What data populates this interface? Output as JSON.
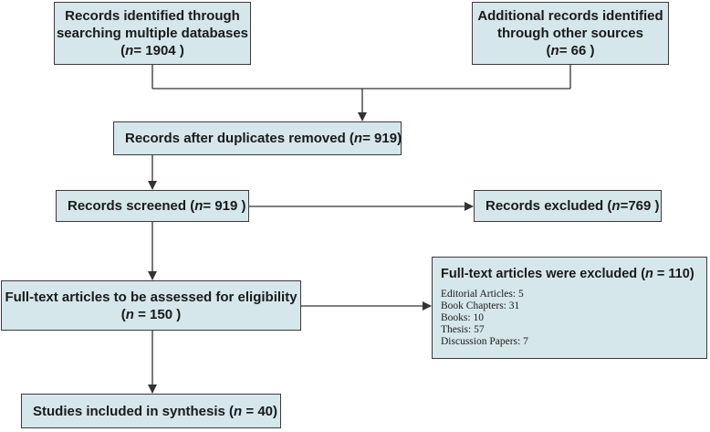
{
  "boxes": {
    "identified_db": {
      "line1": "Records identified through",
      "line2": "searching multiple databases",
      "open": "(",
      "n_label": "n",
      "eq_value": "= 1904",
      "close": ")"
    },
    "identified_other": {
      "line1": "Additional records identified",
      "line2": "through other sources",
      "open": "(",
      "n_label": "n",
      "eq_value": "= 66",
      "close": ")"
    },
    "after_duplicates": {
      "text": "Records after duplicates removed (",
      "n_label": "n",
      "eq_value": "= 919",
      "close": ")"
    },
    "screened": {
      "text": "Records screened (",
      "n_label": "n",
      "eq_value": "= 919",
      "close": " )"
    },
    "excluded": {
      "text": "Records excluded (",
      "n_label": "n",
      "eq_value": "=769",
      "close": " )"
    },
    "fulltext": {
      "line1": "Full-text articles to be assessed for eligibility",
      "open": "(",
      "n_label": "n",
      "eq_value": " = 150",
      "close": " )"
    },
    "fulltext_excluded": {
      "title_text": "Full-text articles were excluded (",
      "n_label": "n",
      "eq_value": " = 110",
      "close": ")",
      "items": [
        "Editorial Articles: 5",
        "Book Chapters: 31",
        "Books: 10",
        "Thesis: 57",
        "Discussion Papers: 7"
      ]
    },
    "included": {
      "text": "Studies included in synthesis (",
      "n_label": "n",
      "eq_value": " = 40",
      "close": ")"
    }
  },
  "colors": {
    "box_fill": "#d5e7ea",
    "box_border": "#3b3b3b",
    "connector": "#333333"
  }
}
